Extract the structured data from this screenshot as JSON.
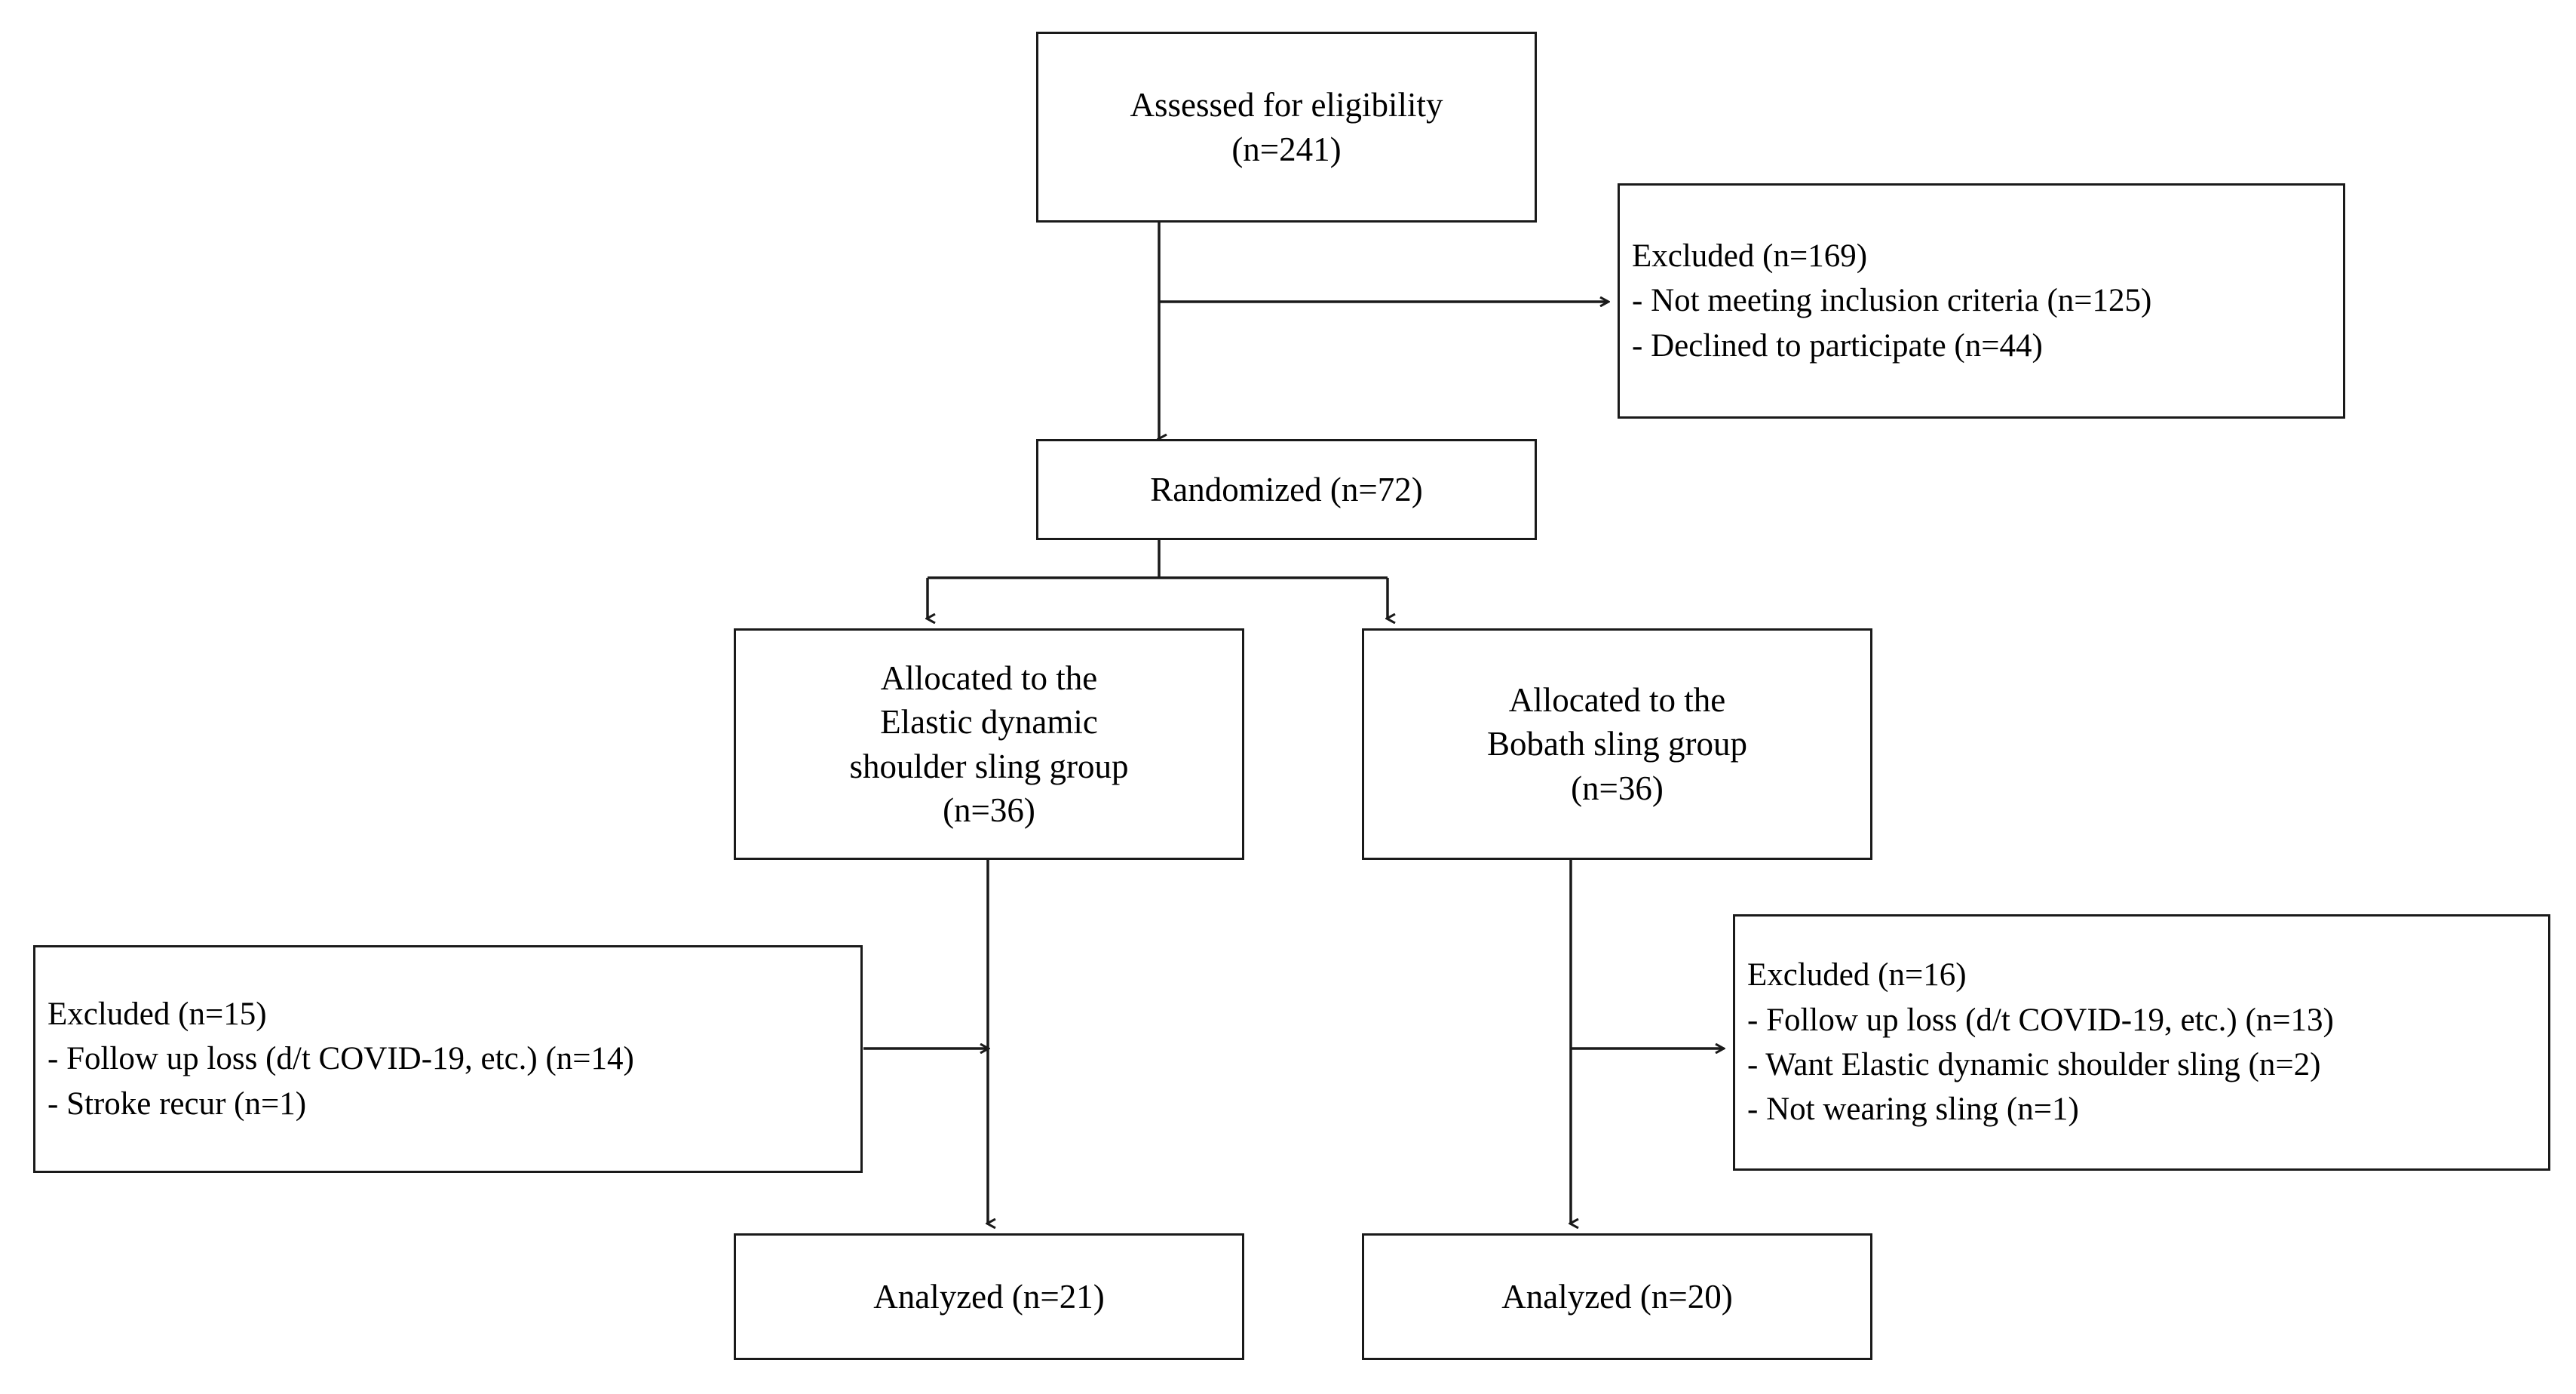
{
  "diagram": {
    "type": "consort-flow-diagram",
    "nodes": {
      "assessed": {
        "lines": [
          "Assessed for eligibility",
          "(n=241)"
        ]
      },
      "excluded_top": {
        "lines": [
          "Excluded (n=169)",
          "- Not meeting inclusion criteria (n=125)",
          "- Declined to participate (n=44)"
        ]
      },
      "randomized": {
        "lines": [
          "Randomized (n=72)"
        ]
      },
      "allocated_left": {
        "lines": [
          "Allocated to the",
          "Elastic dynamic",
          "shoulder sling group",
          "(n=36)"
        ]
      },
      "allocated_right": {
        "lines": [
          "Allocated to the",
          "Bobath sling group",
          "(n=36)"
        ]
      },
      "excluded_left": {
        "lines": [
          "Excluded (n=15)",
          "- Follow up loss (d/t COVID-19, etc.) (n=14)",
          "- Stroke recur (n=1)"
        ]
      },
      "excluded_right": {
        "lines": [
          "Excluded (n=16)",
          "- Follow up loss (d/t COVID-19, etc.) (n=13)",
          "- Want Elastic dynamic shoulder sling (n=2)",
          "- Not wearing sling (n=1)"
        ]
      },
      "analyzed_left": {
        "lines": [
          "Analyzed (n=21)"
        ]
      },
      "analyzed_right": {
        "lines": [
          "Analyzed (n=20)"
        ]
      }
    },
    "colors": {
      "stroke": "#1a1a1a",
      "background": "#ffffff",
      "text": "#000000"
    }
  }
}
